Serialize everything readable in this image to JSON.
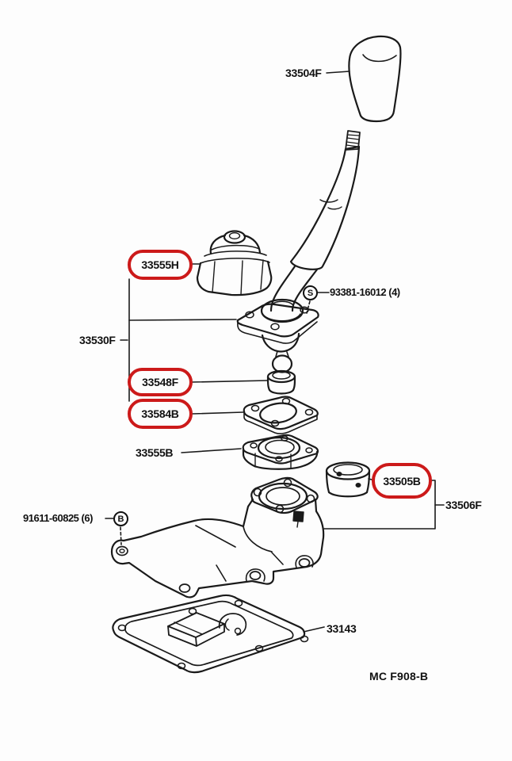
{
  "labels": {
    "knob": "33504F",
    "boot_cover": "33555H",
    "screw": "93381-16012 (4)",
    "lever_assembly": "33530F",
    "seat_upper": "33548F",
    "gasket": "33584B",
    "seat_lower": "33555B",
    "bushing": "33505B",
    "retainer": "33506F",
    "bolt": "91611-60825 (6)",
    "plate": "33143"
  },
  "symbols": {
    "screw": "S",
    "bolt": "B"
  },
  "footer": {
    "code": "MC F908-B"
  },
  "colors": {
    "highlight": "#cc1a1a",
    "line": "#1a1a1a",
    "background": "#fdfdfd"
  }
}
